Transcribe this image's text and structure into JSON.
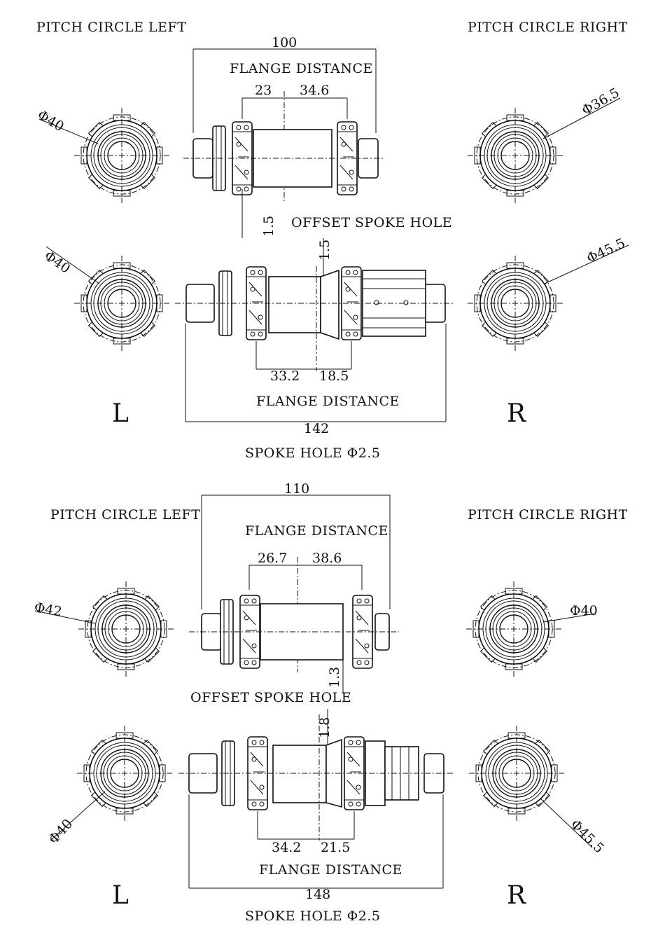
{
  "labels": {
    "pitch_left": "PITCH CIRCLE LEFT",
    "pitch_right": "PITCH CIRCLE RIGHT",
    "flange_distance": "FLANGE DISTANCE",
    "offset_spoke_hole": "OFFSET SPOKE HOLE",
    "spoke_hole": "SPOKE HOLE Φ2.5",
    "left": "L",
    "right": "R"
  },
  "front_100": {
    "overall": "100",
    "flange_left": "23",
    "flange_right": "34.6",
    "offset": "1.5",
    "pcd_left": "Φ40",
    "pcd_right": "Φ36.5"
  },
  "rear_142": {
    "overall": "142",
    "flange_left": "33.2",
    "flange_right": "18.5",
    "offset": "1.5",
    "pcd_left": "Φ40",
    "pcd_right": "Φ45.5"
  },
  "front_110": {
    "overall": "110",
    "flange_left": "26.7",
    "flange_right": "38.6",
    "offset": "1.3",
    "pcd_left": "Φ42",
    "pcd_right": "Φ40"
  },
  "rear_148": {
    "overall": "148",
    "flange_left": "34.2",
    "flange_right": "21.5",
    "offset": "1.8",
    "pcd_left": "Φ40",
    "pcd_right": "Φ45.5"
  }
}
